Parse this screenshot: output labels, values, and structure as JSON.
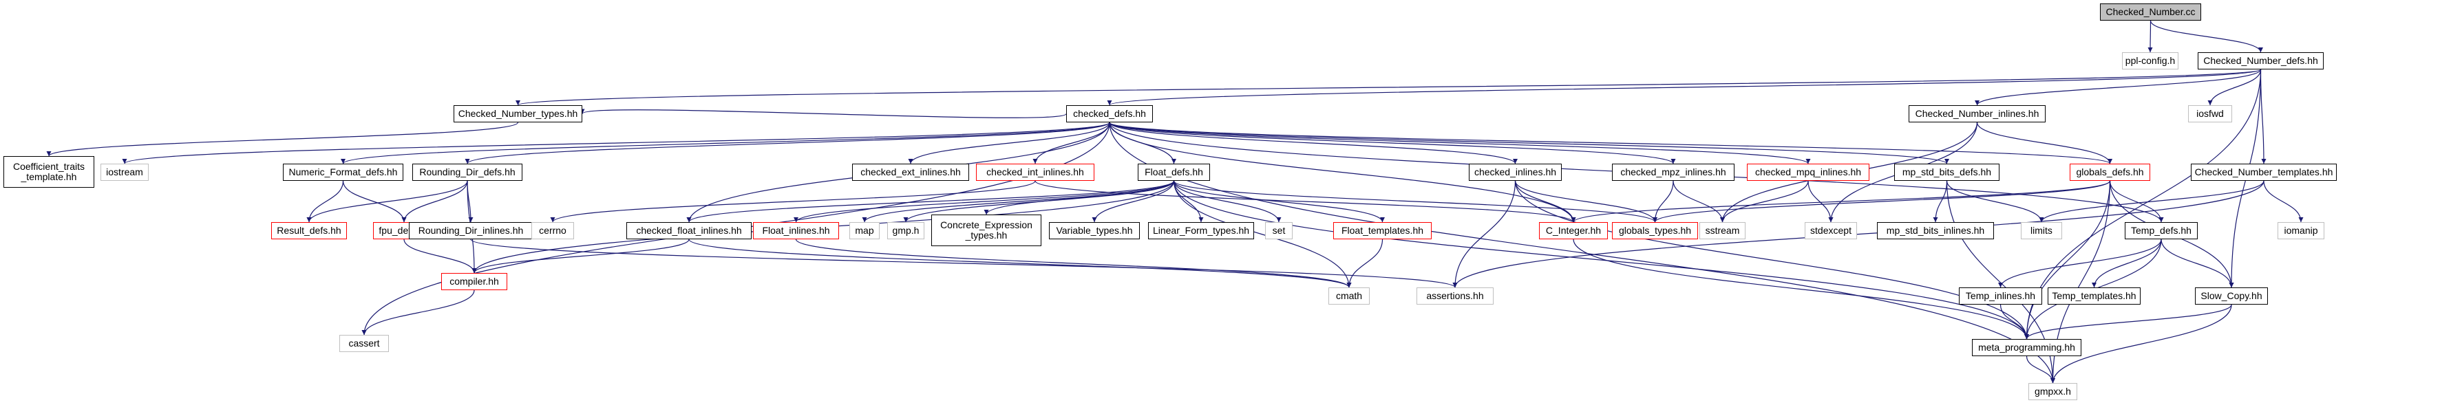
{
  "graph": {
    "type": "include-dependency-graph",
    "edge_color": "#191970",
    "node_styles": {
      "focus": {
        "fill": "#bfbfbf",
        "border": "#000000"
      },
      "normal": {
        "fill": "#ffffff",
        "border": "#000000"
      },
      "missing": {
        "fill": "#ffffff",
        "border": "#ff0000"
      },
      "system": {
        "fill": "#ffffff",
        "border": "#bfbfbf"
      }
    },
    "nodes": [
      {
        "id": "checked_number_cc",
        "label": "Checked_Number.cc",
        "kind": "focus"
      },
      {
        "id": "ppl_config_h",
        "label": "ppl-config.h",
        "kind": "system"
      },
      {
        "id": "checked_number_defs_hh",
        "label": "Checked_Number_defs.hh",
        "kind": "normal"
      },
      {
        "id": "checked_number_types_hh",
        "label": "Checked_Number_types.hh",
        "kind": "normal"
      },
      {
        "id": "checked_defs_hh",
        "label": "checked_defs.hh",
        "kind": "normal"
      },
      {
        "id": "checked_number_inlines_hh",
        "label": "Checked_Number_inlines.hh",
        "kind": "normal"
      },
      {
        "id": "iosfwd",
        "label": "iosfwd",
        "kind": "system"
      },
      {
        "id": "coefficient_traits_template_hh",
        "label": "Coefficient_traits\n_template.hh",
        "kind": "normal"
      },
      {
        "id": "iostream",
        "label": "iostream",
        "kind": "system"
      },
      {
        "id": "numeric_format_defs_hh",
        "label": "Numeric_Format_defs.hh",
        "kind": "normal"
      },
      {
        "id": "rounding_dir_defs_hh",
        "label": "Rounding_Dir_defs.hh",
        "kind": "normal"
      },
      {
        "id": "checked_ext_inlines_hh",
        "label": "checked_ext_inlines.hh",
        "kind": "normal"
      },
      {
        "id": "checked_int_inlines_hh",
        "label": "checked_int_inlines.hh",
        "kind": "missing"
      },
      {
        "id": "float_defs_hh",
        "label": "Float_defs.hh",
        "kind": "normal"
      },
      {
        "id": "checked_inlines_hh",
        "label": "checked_inlines.hh",
        "kind": "normal"
      },
      {
        "id": "checked_mpz_inlines_hh",
        "label": "checked_mpz_inlines.hh",
        "kind": "normal"
      },
      {
        "id": "checked_mpq_inlines_hh",
        "label": "checked_mpq_inlines.hh",
        "kind": "missing"
      },
      {
        "id": "mp_std_bits_defs_hh",
        "label": "mp_std_bits_defs.hh",
        "kind": "normal"
      },
      {
        "id": "globals_defs_hh",
        "label": "globals_defs.hh",
        "kind": "missing"
      },
      {
        "id": "checked_number_templates_hh",
        "label": "Checked_Number_templates.hh",
        "kind": "normal"
      },
      {
        "id": "result_defs_hh",
        "label": "Result_defs.hh",
        "kind": "missing"
      },
      {
        "id": "fpu_defs_hh",
        "label": "fpu_defs.hh",
        "kind": "missing"
      },
      {
        "id": "rounding_dir_inlines_hh",
        "label": "Rounding_Dir_inlines.hh",
        "kind": "normal"
      },
      {
        "id": "cerrno",
        "label": "cerrno",
        "kind": "system"
      },
      {
        "id": "checked_float_inlines_hh",
        "label": "checked_float_inlines.hh",
        "kind": "normal"
      },
      {
        "id": "float_inlines_hh",
        "label": "Float_inlines.hh",
        "kind": "missing"
      },
      {
        "id": "map",
        "label": "map",
        "kind": "system"
      },
      {
        "id": "gmp_h",
        "label": "gmp.h",
        "kind": "system"
      },
      {
        "id": "concrete_expression_types_hh",
        "label": "Concrete_Expression\n_types.hh",
        "kind": "normal"
      },
      {
        "id": "variable_types_hh",
        "label": "Variable_types.hh",
        "kind": "normal"
      },
      {
        "id": "linear_form_types_hh",
        "label": "Linear_Form_types.hh",
        "kind": "normal"
      },
      {
        "id": "set",
        "label": "set",
        "kind": "system"
      },
      {
        "id": "float_templates_hh",
        "label": "Float_templates.hh",
        "kind": "missing"
      },
      {
        "id": "c_integer_hh",
        "label": "C_Integer.hh",
        "kind": "missing"
      },
      {
        "id": "globals_types_hh",
        "label": "globals_types.hh",
        "kind": "missing"
      },
      {
        "id": "sstream",
        "label": "sstream",
        "kind": "system"
      },
      {
        "id": "stdexcept",
        "label": "stdexcept",
        "kind": "system"
      },
      {
        "id": "mp_std_bits_inlines_hh",
        "label": "mp_std_bits_inlines.hh",
        "kind": "normal"
      },
      {
        "id": "limits",
        "label": "limits",
        "kind": "system"
      },
      {
        "id": "temp_defs_hh",
        "label": "Temp_defs.hh",
        "kind": "normal"
      },
      {
        "id": "iomanip",
        "label": "iomanip",
        "kind": "system"
      },
      {
        "id": "compiler_hh",
        "label": "compiler.hh",
        "kind": "missing"
      },
      {
        "id": "cmath",
        "label": "cmath",
        "kind": "system"
      },
      {
        "id": "assertions_hh",
        "label": "assertions.hh",
        "kind": "system"
      },
      {
        "id": "temp_inlines_hh",
        "label": "Temp_inlines.hh",
        "kind": "normal"
      },
      {
        "id": "temp_templates_hh",
        "label": "Temp_templates.hh",
        "kind": "normal"
      },
      {
        "id": "slow_copy_hh",
        "label": "Slow_Copy.hh",
        "kind": "normal"
      },
      {
        "id": "cassert",
        "label": "cassert",
        "kind": "system"
      },
      {
        "id": "meta_programming_hh",
        "label": "meta_programming.hh",
        "kind": "normal"
      },
      {
        "id": "gmpxx_h",
        "label": "gmpxx.h",
        "kind": "system"
      }
    ],
    "edges": [
      [
        "checked_number_cc",
        "ppl_config_h"
      ],
      [
        "checked_number_cc",
        "checked_number_defs_hh"
      ],
      [
        "checked_number_defs_hh",
        "checked_number_types_hh"
      ],
      [
        "checked_number_defs_hh",
        "checked_defs_hh"
      ],
      [
        "checked_number_defs_hh",
        "checked_number_inlines_hh"
      ],
      [
        "checked_number_defs_hh",
        "iosfwd"
      ],
      [
        "checked_number_defs_hh",
        "checked_number_templates_hh"
      ],
      [
        "checked_number_defs_hh",
        "slow_copy_hh"
      ],
      [
        "checked_number_defs_hh",
        "meta_programming_hh"
      ],
      [
        "checked_number_types_hh",
        "coefficient_traits_template_hh"
      ],
      [
        "checked_defs_hh",
        "checked_number_types_hh"
      ],
      [
        "checked_defs_hh",
        "iostream"
      ],
      [
        "checked_defs_hh",
        "numeric_format_defs_hh"
      ],
      [
        "checked_defs_hh",
        "rounding_dir_defs_hh"
      ],
      [
        "checked_defs_hh",
        "checked_ext_inlines_hh"
      ],
      [
        "checked_defs_hh",
        "checked_int_inlines_hh"
      ],
      [
        "checked_defs_hh",
        "float_defs_hh"
      ],
      [
        "checked_defs_hh",
        "checked_inlines_hh"
      ],
      [
        "checked_defs_hh",
        "checked_mpz_inlines_hh"
      ],
      [
        "checked_defs_hh",
        "checked_mpq_inlines_hh"
      ],
      [
        "checked_defs_hh",
        "mp_std_bits_defs_hh"
      ],
      [
        "checked_defs_hh",
        "globals_defs_hh"
      ],
      [
        "checked_defs_hh",
        "temp_defs_hh"
      ],
      [
        "checked_defs_hh",
        "cassert"
      ],
      [
        "checked_defs_hh",
        "gmpxx_h"
      ],
      [
        "checked_defs_hh",
        "checked_float_inlines_hh"
      ],
      [
        "checked_defs_hh",
        "c_integer_hh"
      ],
      [
        "numeric_format_defs_hh",
        "result_defs_hh"
      ],
      [
        "numeric_format_defs_hh",
        "fpu_defs_hh"
      ],
      [
        "rounding_dir_defs_hh",
        "result_defs_hh"
      ],
      [
        "rounding_dir_defs_hh",
        "fpu_defs_hh"
      ],
      [
        "rounding_dir_defs_hh",
        "rounding_dir_inlines_hh"
      ],
      [
        "rounding_dir_defs_hh",
        "compiler_hh"
      ],
      [
        "fpu_defs_hh",
        "compiler_hh"
      ],
      [
        "checked_int_inlines_hh",
        "cerrno"
      ],
      [
        "checked_int_inlines_hh",
        "c_integer_hh"
      ],
      [
        "float_defs_hh",
        "compiler_hh"
      ],
      [
        "float_defs_hh",
        "globals_types_hh"
      ],
      [
        "float_defs_hh",
        "meta_programming_hh"
      ],
      [
        "float_defs_hh",
        "float_inlines_hh"
      ],
      [
        "float_defs_hh",
        "map"
      ],
      [
        "float_defs_hh",
        "gmp_h"
      ],
      [
        "float_defs_hh",
        "concrete_expression_types_hh"
      ],
      [
        "float_defs_hh",
        "variable_types_hh"
      ],
      [
        "float_defs_hh",
        "linear_form_types_hh"
      ],
      [
        "float_defs_hh",
        "set"
      ],
      [
        "float_defs_hh",
        "float_templates_hh"
      ],
      [
        "float_defs_hh",
        "cmath"
      ],
      [
        "float_defs_hh",
        "checked_float_inlines_hh"
      ],
      [
        "float_inlines_hh",
        "cmath"
      ],
      [
        "float_templates_hh",
        "cmath"
      ],
      [
        "checked_inlines_hh",
        "c_integer_hh"
      ],
      [
        "checked_inlines_hh",
        "globals_types_hh"
      ],
      [
        "checked_inlines_hh",
        "assertions_hh"
      ],
      [
        "checked_inlines_hh",
        "meta_programming_hh"
      ],
      [
        "checked_mpz_inlines_hh",
        "sstream"
      ],
      [
        "checked_mpz_inlines_hh",
        "globals_types_hh"
      ],
      [
        "checked_mpq_inlines_hh",
        "sstream"
      ],
      [
        "checked_mpq_inlines_hh",
        "stdexcept"
      ],
      [
        "checked_number_inlines_hh",
        "sstream"
      ],
      [
        "checked_number_inlines_hh",
        "stdexcept"
      ],
      [
        "checked_number_inlines_hh",
        "globals_defs_hh"
      ],
      [
        "mp_std_bits_defs_hh",
        "mp_std_bits_inlines_hh"
      ],
      [
        "mp_std_bits_defs_hh",
        "limits"
      ],
      [
        "mp_std_bits_defs_hh",
        "gmpxx_h"
      ],
      [
        "globals_defs_hh",
        "c_integer_hh"
      ],
      [
        "globals_defs_hh",
        "globals_types_hh"
      ],
      [
        "globals_defs_hh",
        "temp_defs_hh"
      ],
      [
        "globals_defs_hh",
        "slow_copy_hh"
      ],
      [
        "globals_defs_hh",
        "meta_programming_hh"
      ],
      [
        "globals_defs_hh",
        "gmpxx_h"
      ],
      [
        "checked_number_templates_hh",
        "assertions_hh"
      ],
      [
        "checked_number_templates_hh",
        "iomanip"
      ],
      [
        "checked_number_templates_hh",
        "limits"
      ],
      [
        "temp_defs_hh",
        "temp_inlines_hh"
      ],
      [
        "temp_defs_hh",
        "temp_templates_hh"
      ],
      [
        "temp_defs_hh",
        "slow_copy_hh"
      ],
      [
        "temp_defs_hh",
        "meta_programming_hh"
      ],
      [
        "temp_inlines_hh",
        "meta_programming_hh"
      ],
      [
        "slow_copy_hh",
        "meta_programming_hh"
      ],
      [
        "slow_copy_hh",
        "gmpxx_h"
      ],
      [
        "c_integer_hh",
        "meta_programming_hh"
      ],
      [
        "compiler_hh",
        "cassert"
      ],
      [
        "checked_float_inlines_hh",
        "compiler_hh"
      ],
      [
        "checked_float_inlines_hh",
        "cmath"
      ],
      [
        "rounding_dir_inlines_hh",
        "assertions_hh"
      ],
      [
        "meta_programming_hh",
        "gmpxx_h"
      ]
    ]
  }
}
